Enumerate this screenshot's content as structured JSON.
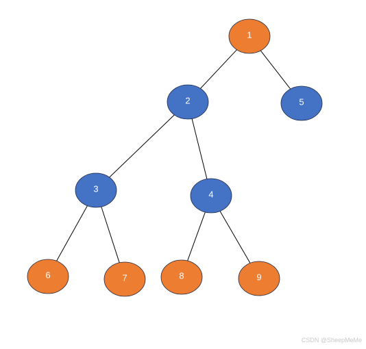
{
  "diagram": {
    "type": "tree",
    "colors": {
      "orange": "#ed7d31",
      "blue": "#4472c4",
      "edge": "#000000",
      "label": "#ffffff"
    },
    "nodes": [
      {
        "id": "1",
        "label": "1",
        "color": "orange"
      },
      {
        "id": "2",
        "label": "2",
        "color": "blue"
      },
      {
        "id": "5",
        "label": "5",
        "color": "blue"
      },
      {
        "id": "3",
        "label": "3",
        "color": "blue"
      },
      {
        "id": "4",
        "label": "4",
        "color": "blue"
      },
      {
        "id": "6",
        "label": "6",
        "color": "orange"
      },
      {
        "id": "7",
        "label": "7",
        "color": "orange"
      },
      {
        "id": "8",
        "label": "8",
        "color": "orange"
      },
      {
        "id": "9",
        "label": "9",
        "color": "orange"
      }
    ],
    "edges": [
      {
        "from": "1",
        "to": "2"
      },
      {
        "from": "1",
        "to": "5"
      },
      {
        "from": "2",
        "to": "3"
      },
      {
        "from": "2",
        "to": "4"
      },
      {
        "from": "3",
        "to": "6"
      },
      {
        "from": "3",
        "to": "7"
      },
      {
        "from": "4",
        "to": "8"
      },
      {
        "from": "4",
        "to": "9"
      }
    ]
  },
  "watermark": "CSDN @SheepMeMe"
}
